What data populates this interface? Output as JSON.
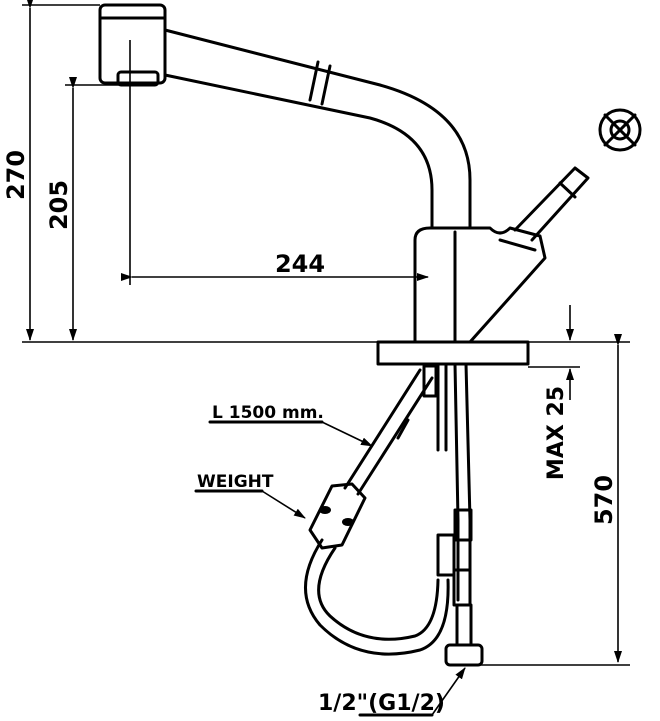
{
  "dimensions": {
    "total_height": "270",
    "spout_height": "205",
    "spout_reach": "244",
    "max_counter_thickness": "MAX 25",
    "hose_depth": "570"
  },
  "callouts": {
    "hose_length": "L 1500 mm.",
    "weight": "WEIGHT",
    "connection": "1/2\"(G1/2)"
  }
}
